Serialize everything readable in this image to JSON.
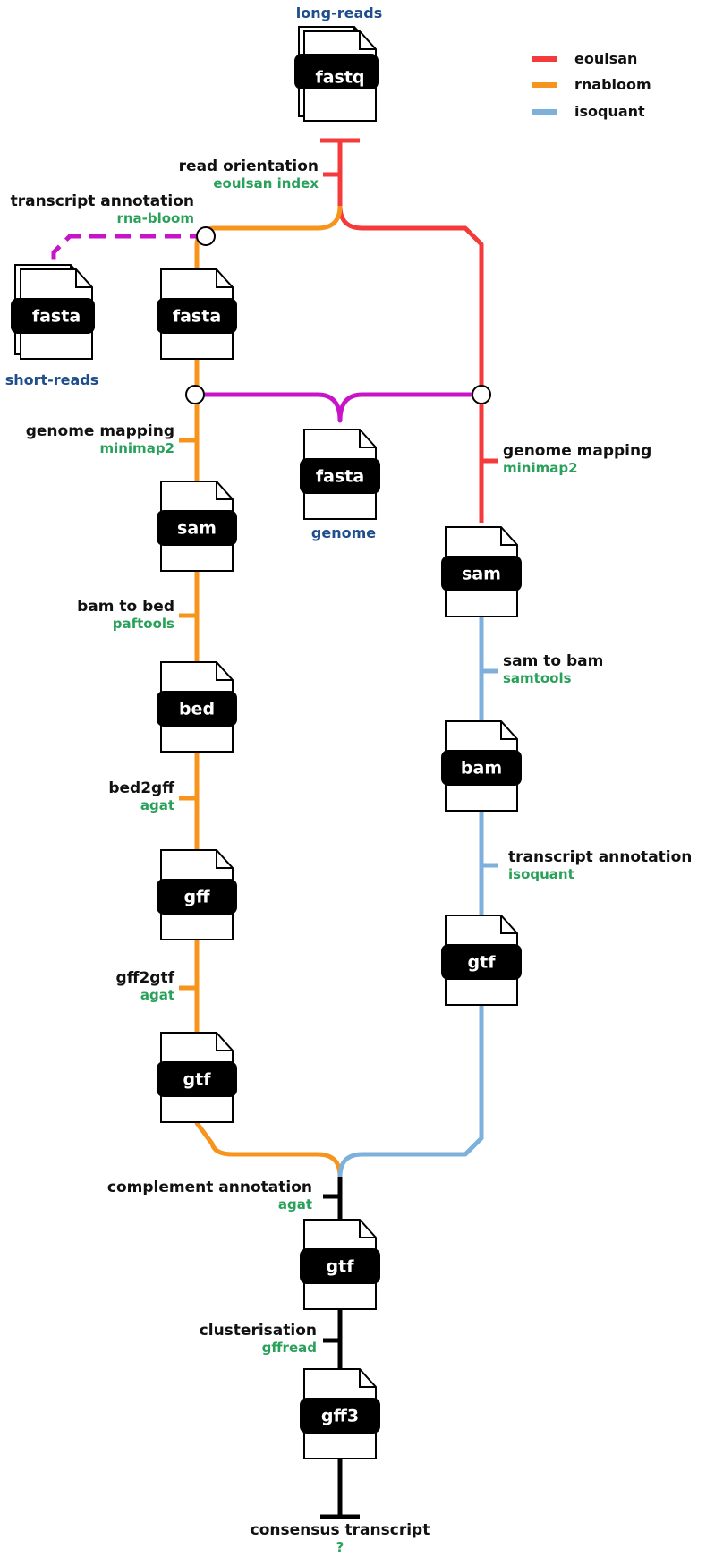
{
  "colors": {
    "eoulsan": "#f43a3a",
    "rnabloom": "#f7941d",
    "isoquant": "#7eb0dc",
    "short_reads_branch": "#c814c8",
    "main": "#000000",
    "io_label": "#1f4e8c",
    "tool_label": "#2aa15a"
  },
  "legend": [
    {
      "name": "eoulsan",
      "color": "#f43a3a"
    },
    {
      "name": "rnabloom",
      "color": "#f7941d"
    },
    {
      "name": "isoquant",
      "color": "#7eb0dc"
    }
  ],
  "inputs": {
    "long_reads": "long-reads",
    "short_reads": "short-reads",
    "genome": "genome"
  },
  "files": {
    "long_reads": "fastq",
    "short_reads": "fasta",
    "rnabloom_assembly": "fasta",
    "genome": "fasta",
    "rnabloom_sam": "sam",
    "rnabloom_bed": "bed",
    "rnabloom_gff": "gff",
    "rnabloom_gtf": "gtf",
    "isoquant_sam": "sam",
    "isoquant_bam": "bam",
    "isoquant_gtf": "gtf",
    "merged_gtf": "gtf",
    "final_gff3": "gff3"
  },
  "steps": {
    "read_orientation": {
      "label": "read orientation",
      "tool": "eoulsan index"
    },
    "transcript_annotation_rnabloom": {
      "label": "transcript annotation",
      "tool": "rna-bloom"
    },
    "genome_mapping_left": {
      "label": "genome mapping",
      "tool": "minimap2"
    },
    "genome_mapping_right": {
      "label": "genome mapping",
      "tool": "minimap2"
    },
    "bam_to_bed": {
      "label": "bam to bed",
      "tool": "paftools"
    },
    "bed2gff": {
      "label": "bed2gff",
      "tool": "agat"
    },
    "gff2gtf": {
      "label": "gff2gtf",
      "tool": "agat"
    },
    "sam_to_bam": {
      "label": "sam to bam",
      "tool": "samtools"
    },
    "transcript_annotation_isoquant": {
      "label": "transcript annotation",
      "tool": "isoquant"
    },
    "complement_annotation": {
      "label": "complement annotation",
      "tool": "agat"
    },
    "clusterisation": {
      "label": "clusterisation",
      "tool": "gffread"
    },
    "consensus_transcript": {
      "label": "consensus transcript",
      "tool": "?"
    }
  }
}
